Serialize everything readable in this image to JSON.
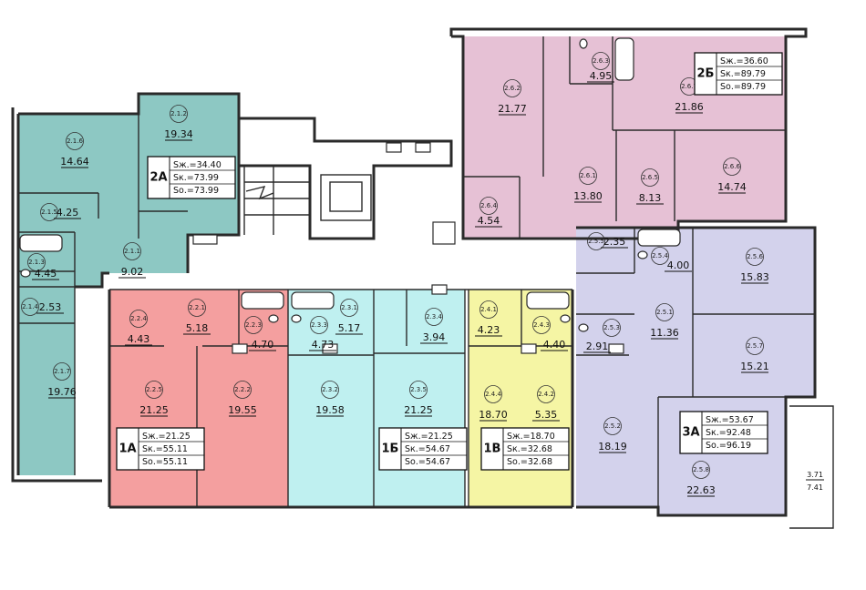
{
  "colors": {
    "apt_2a": "#8dc8c3",
    "apt_2b": "#e6c1d5",
    "apt_1a": "#f49f9f",
    "apt_1b": "#bff0f0",
    "apt_1v": "#f5f5a4",
    "apt_3a": "#d3d2ec",
    "stair": "#ffffff",
    "walls": "#2a2a2a"
  },
  "rooms": [
    {
      "code": "2.1.1",
      "area": "9.02"
    },
    {
      "code": "2.1.2",
      "area": "19.34"
    },
    {
      "code": "2.1.3",
      "area": "4.45"
    },
    {
      "code": "2.1.4",
      "area": "2.53"
    },
    {
      "code": "2.1.5",
      "area": "4.25"
    },
    {
      "code": "2.1.6",
      "area": "14.64"
    },
    {
      "code": "2.1.7",
      "area": "19.76"
    },
    {
      "code": "2.2.1",
      "area": "5.18"
    },
    {
      "code": "2.2.2",
      "area": "19.55"
    },
    {
      "code": "2.2.3",
      "area": "4.70"
    },
    {
      "code": "2.2.4",
      "area": "4.43"
    },
    {
      "code": "2.2.5",
      "area": "21.25"
    },
    {
      "code": "2.3.1",
      "area": "5.17"
    },
    {
      "code": "2.3.2",
      "area": "19.58"
    },
    {
      "code": "2.3.3",
      "area": "4.73"
    },
    {
      "code": "2.3.4",
      "area": "3.94"
    },
    {
      "code": "2.3.5",
      "area": "21.25"
    },
    {
      "code": "2.4.1",
      "area": "4.23"
    },
    {
      "code": "2.4.2",
      "area": "5.35"
    },
    {
      "code": "2.4.3",
      "area": "4.40"
    },
    {
      "code": "2.4.4",
      "area": "18.70"
    },
    {
      "code": "2.5.1",
      "area": "11.36"
    },
    {
      "code": "2.5.2",
      "area": "18.19"
    },
    {
      "code": "2.5.3",
      "area": "2.91"
    },
    {
      "code": "2.5.4",
      "area": "4.00"
    },
    {
      "code": "2.5.5",
      "area": "2.35"
    },
    {
      "code": "2.5.6",
      "area": "15.83"
    },
    {
      "code": "2.5.7",
      "area": "15.21"
    },
    {
      "code": "2.5.8",
      "area": "22.63"
    },
    {
      "code": "2.6.1",
      "area": "13.80"
    },
    {
      "code": "2.6.2",
      "area": "21.77"
    },
    {
      "code": "2.6.3",
      "area": "4.95"
    },
    {
      "code": "2.6.4",
      "area": "4.54"
    },
    {
      "code": "2.6.5",
      "area": "8.13"
    },
    {
      "code": "2.6.6",
      "area": "14.74"
    },
    {
      "code": "2.6.7",
      "area": "21.86"
    }
  ],
  "apartments": [
    {
      "name": "2А",
      "lines": [
        "Sж.=34.40",
        "Sк.=73.99",
        "Sо.=73.99"
      ]
    },
    {
      "name": "2Б",
      "lines": [
        "Sж.=36.60",
        "Sк.=89.79",
        "Sо.=89.79"
      ]
    },
    {
      "name": "1А",
      "lines": [
        "Sж.=21.25",
        "Sк.=55.11",
        "Sо.=55.11"
      ]
    },
    {
      "name": "1Б",
      "lines": [
        "Sж.=21.25",
        "Sк.=54.67",
        "Sо.=54.67"
      ]
    },
    {
      "name": "1В",
      "lines": [
        "Sж.=18.70",
        "Sк.=32.68",
        "Sо.=32.68"
      ]
    },
    {
      "name": "3А",
      "lines": [
        "Sж.=53.67",
        "Sк.=92.48",
        "Sо.=96.19"
      ]
    }
  ],
  "balcony": {
    "top": "3.71",
    "bottom": "7.41"
  }
}
